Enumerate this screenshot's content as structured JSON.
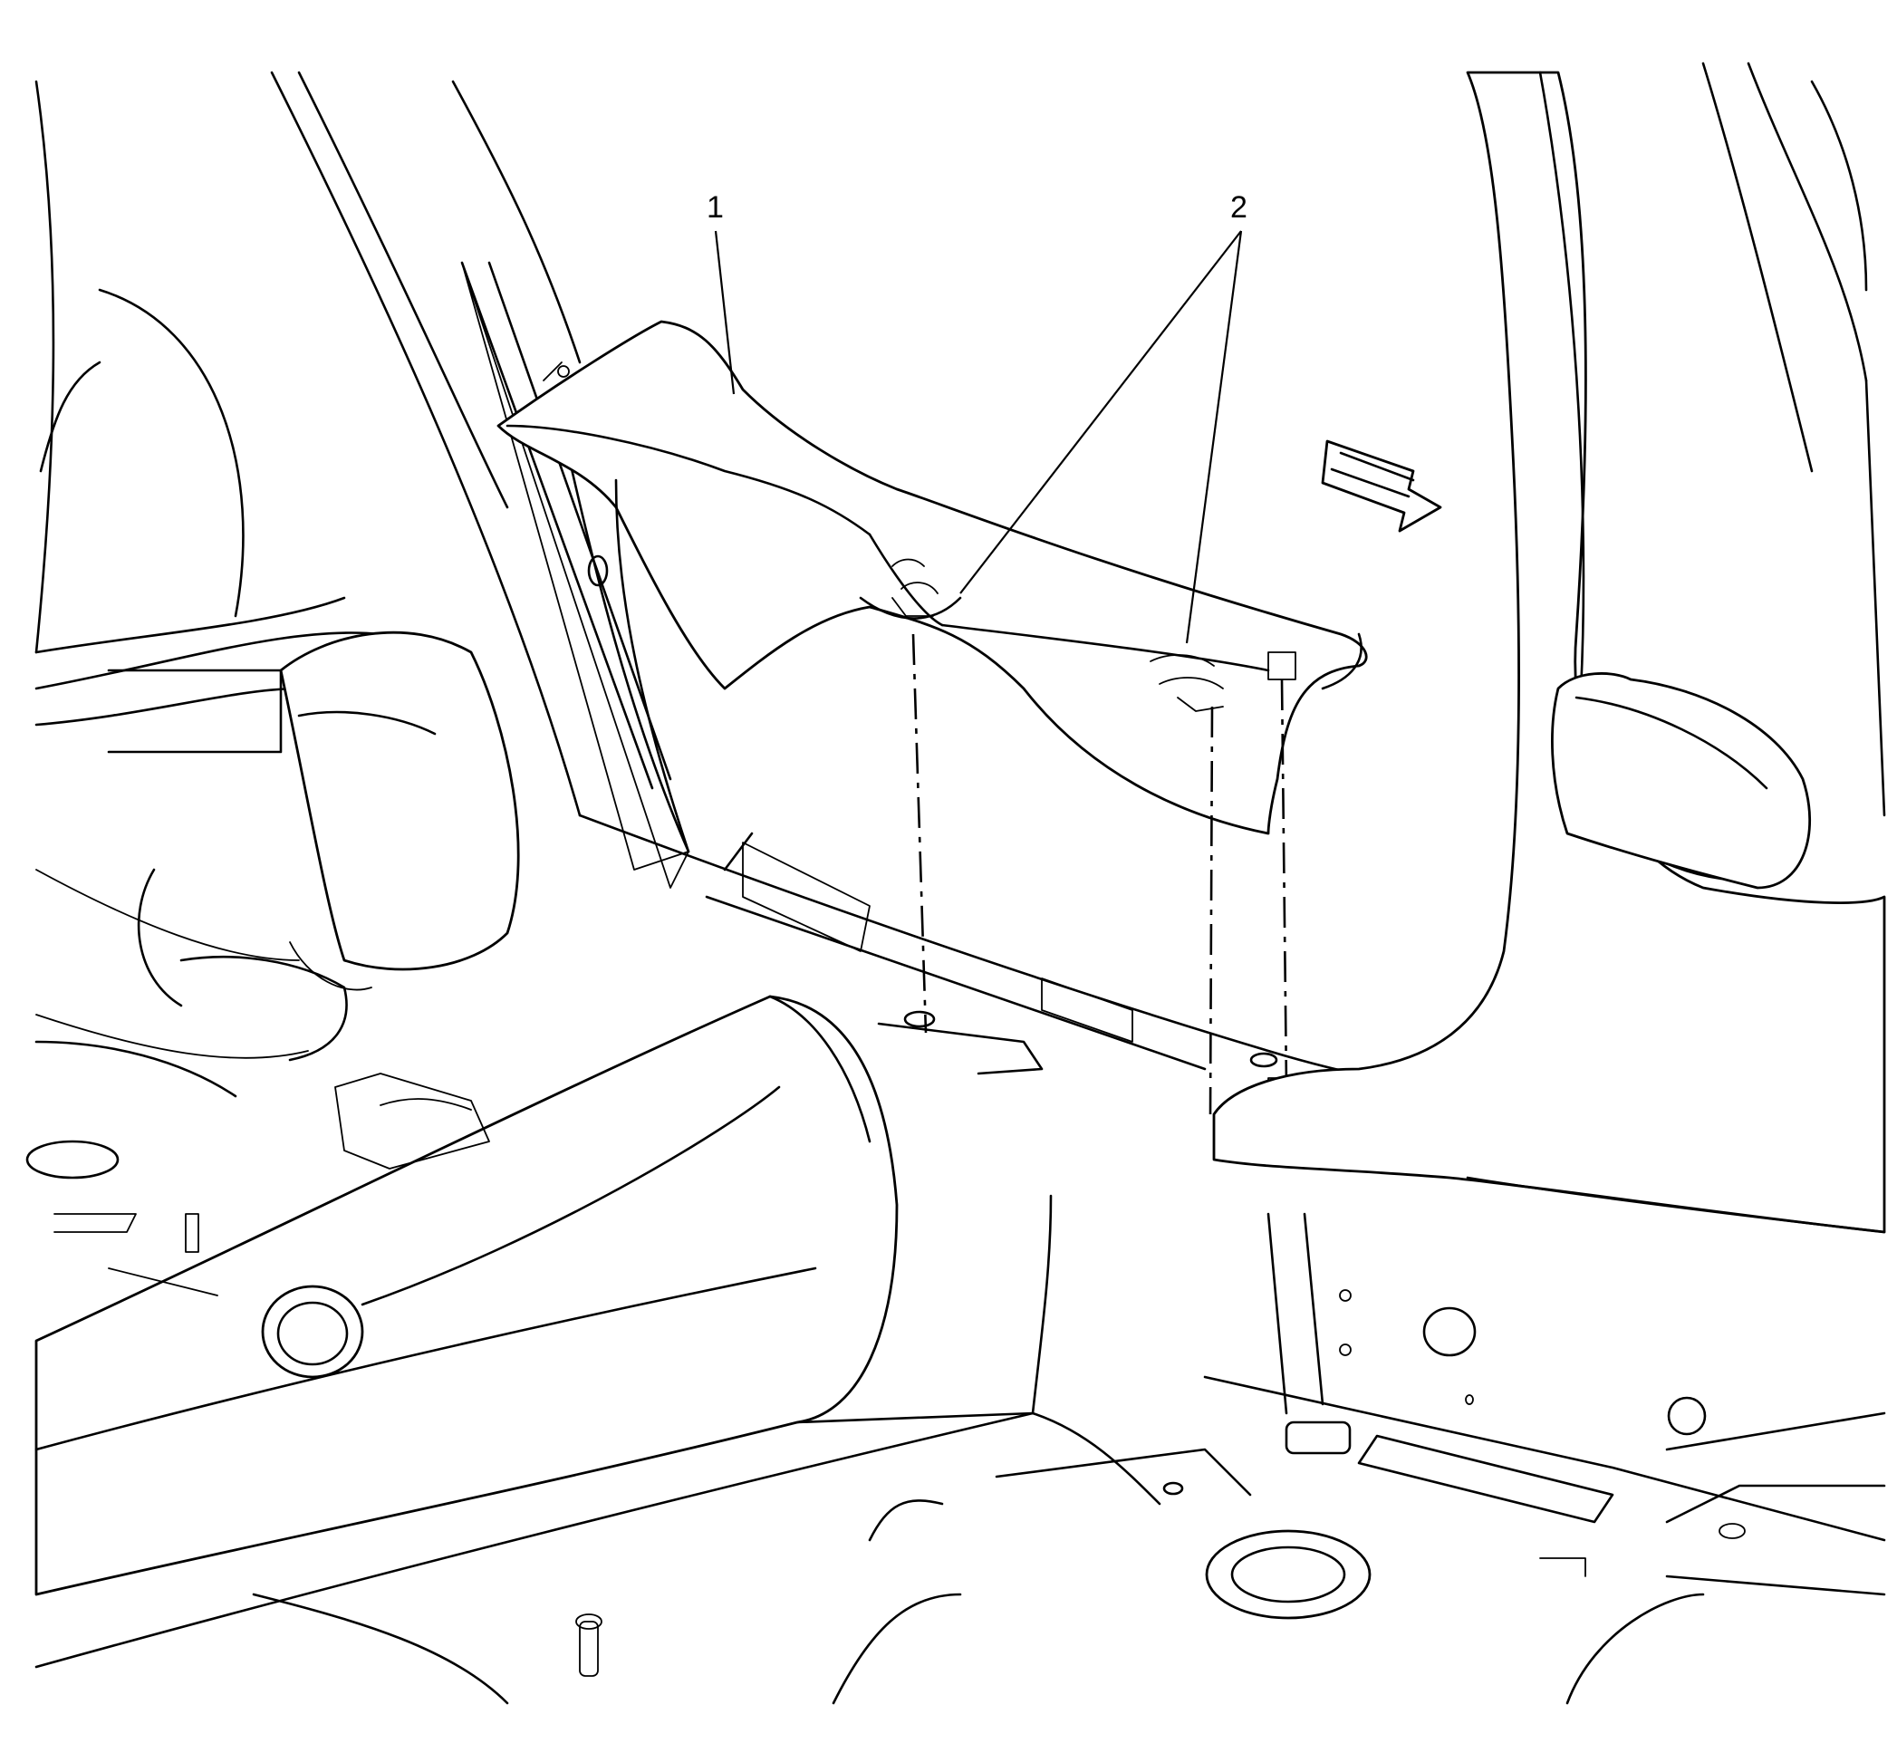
{
  "callouts": [
    {
      "id": "1",
      "label": "1"
    },
    {
      "id": "2",
      "label": "2"
    }
  ],
  "arrow_icon": "direction-arrow-icon",
  "colors": {
    "line": "#000000",
    "background": "#ffffff"
  }
}
